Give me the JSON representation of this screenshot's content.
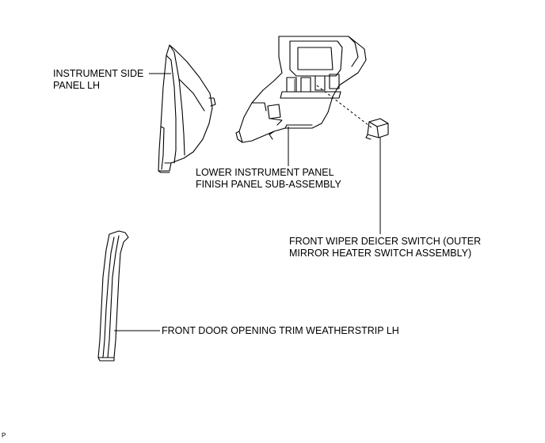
{
  "labels": {
    "instrument_side_panel": [
      "INSTRUMENT SIDE",
      "PANEL LH"
    ],
    "lower_panel": [
      "LOWER INSTRUMENT PANEL",
      "FINISH PANEL SUB-ASSEMBLY"
    ],
    "wiper_switch": [
      "FRONT WIPER DEICER SWITCH (OUTER",
      "MIRROR HEATER SWITCH ASSEMBLY)"
    ],
    "weatherstrip": "FRONT DOOR OPENING TRIM WEATHERSTRIP LH"
  },
  "footer_code": "P"
}
